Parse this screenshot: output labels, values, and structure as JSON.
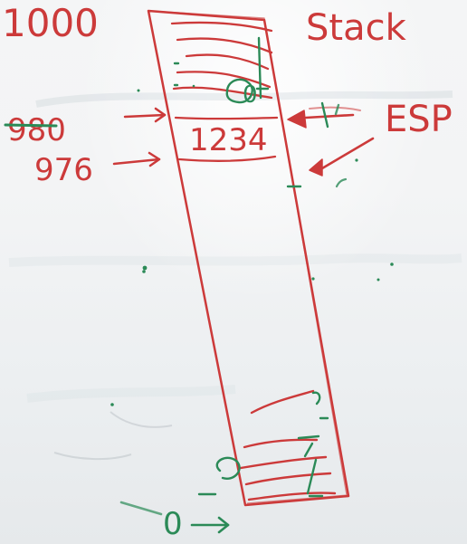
{
  "whiteboard": {
    "address_1000": "1000",
    "address_980": "980",
    "address_976": "976",
    "title_stack": "Stack",
    "stack_value": "1234",
    "stack_top_value": "0",
    "label_esp": "ESP",
    "bottom_value": "0"
  },
  "colors": {
    "board_top": "#f4f5f6",
    "board_bottom": "#e9ecef",
    "ink_red": "#cc3a3a",
    "ink_green": "#2b8a57"
  }
}
